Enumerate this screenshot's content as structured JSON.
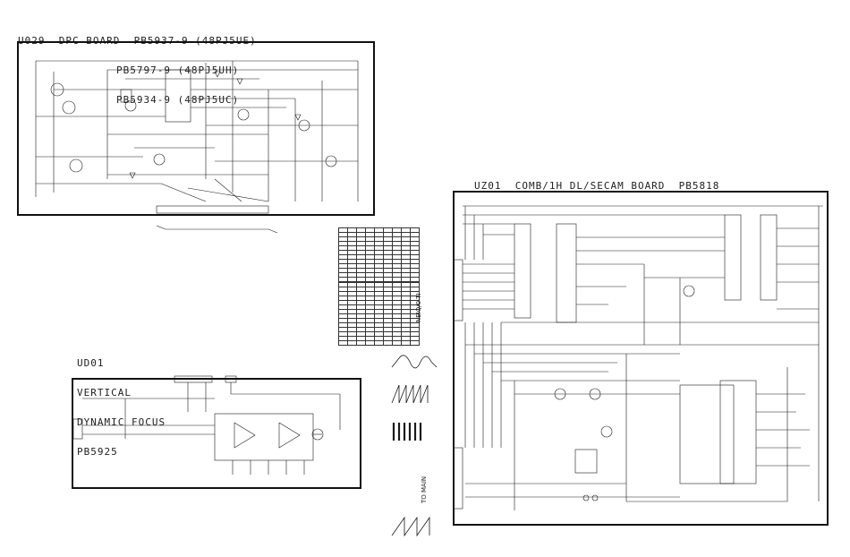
{
  "boards": {
    "dpc": {
      "title_line1": "U029  DPC BOARD  PB5937-9 (48PJ5UE)",
      "title_line2": "PB5797-9 (48PJ5UH)",
      "title_line3": "PB5934-9 (48PJ5UC)"
    },
    "comb": {
      "title": "UZ01  COMB/1H DL/SECAM BOARD  PB5818"
    },
    "vdf": {
      "title_line1": "UD01",
      "title_line2": "VERTICAL",
      "title_line3": "DYNAMIC FOCUS",
      "title_line4": "PB5925"
    }
  },
  "labels": {
    "from_to_left": "NEIQ/0 TI",
    "from_to_right": "TO MAIN"
  },
  "colors": {
    "line": "#1a1a1a",
    "background": "#ffffff"
  }
}
